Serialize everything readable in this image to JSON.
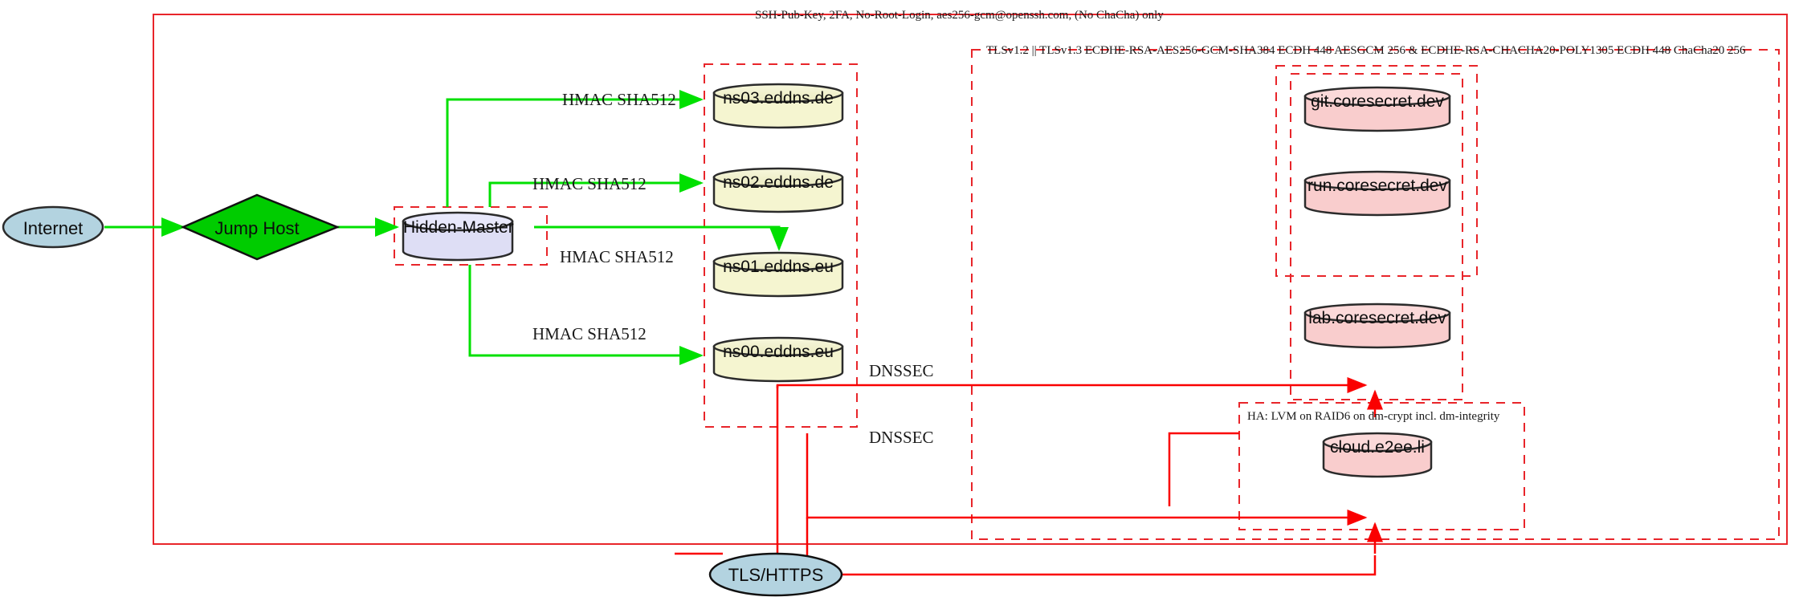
{
  "diagram": {
    "title_labels": {
      "ssh_policy": "SSH-Pub-Key, 2FA, No-Root-Login, aes256-gcm@openssh.com, (No ChaCha) only",
      "tls_policy": "TLSv1.2 || TLSv1.3 ECDHE-RSA-AES256-GCM-SHA384 ECDH 448 AESGCM 256 & ECDHE-RSA-CHACHA20-POLY1305 ECDH 448 ChaCha20 256",
      "ha_storage": "HA: LVM on RAID6 on dm-crypt incl. dm-integrity"
    },
    "nodes": {
      "internet": "Internet",
      "jump_host": "Jump Host",
      "hidden_master": "Hidden-Master",
      "ns03": "ns03.eddns.de",
      "ns02": "ns02.eddns.de",
      "ns01": "ns01.eddns.eu",
      "ns00": "ns00.eddns.eu",
      "git": "git.coresecret.dev",
      "run": "run.coresecret.dev",
      "lab": "lab.coresecret.dev",
      "cloud": "cloud.e2ee.li",
      "tls_https": "TLS/HTTPS"
    },
    "edge_labels": {
      "hmac_ns03": "HMAC SHA512",
      "hmac_ns02": "HMAC SHA512",
      "hmac_ns01": "HMAC SHA512",
      "hmac_ns00": "HMAC SHA512",
      "dnssec_upper": "DNSSEC",
      "dnssec_lower": "DNSSEC"
    },
    "colors": {
      "boundary_red": "#e8252a",
      "edge_green": "#00e000",
      "edge_red": "#fa0000",
      "internet_fill": "#b3d3e0",
      "jump_fill": "#00cc00",
      "master_fill": "#dedef5",
      "ns_fill": "#f5f5d0",
      "app_fill": "#f9cdcd",
      "stroke_dark": "#2b2b2b"
    }
  }
}
